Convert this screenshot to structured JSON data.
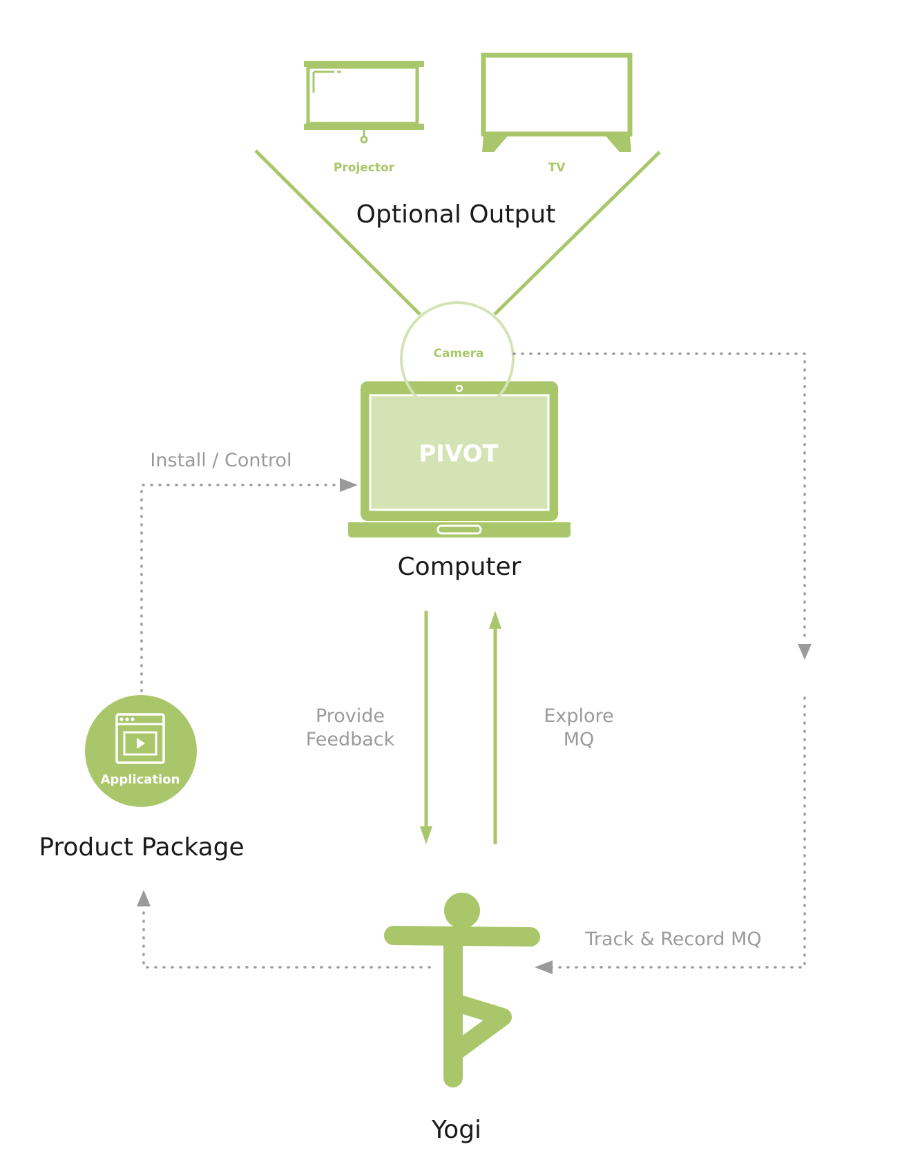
{
  "colors": {
    "green": "#a9c76a",
    "green_light": "#d4e3b4",
    "grey": "#9a9a9a",
    "dark": "#1a1a1a"
  },
  "nodes": {
    "optional_output": "Optional Output",
    "projector": "Projector",
    "tv": "TV",
    "camera": "Camera",
    "pivot": "PIVOT",
    "computer": "Computer",
    "application": "Application",
    "product_package": "Product Package",
    "yogi": "Yogi"
  },
  "edges": {
    "install_control": "Install / Control",
    "provide_feedback_line1": "Provide",
    "provide_feedback_line2": "Feedback",
    "explore_mq_line1": "Explore",
    "explore_mq_line2": "MQ",
    "track_record": "Track & Record MQ"
  },
  "icons": {
    "projector": "projector-screen-icon",
    "tv": "tv-icon",
    "computer": "laptop-icon",
    "application": "app-window-play-icon",
    "yogi": "yoga-tree-pose-icon"
  }
}
